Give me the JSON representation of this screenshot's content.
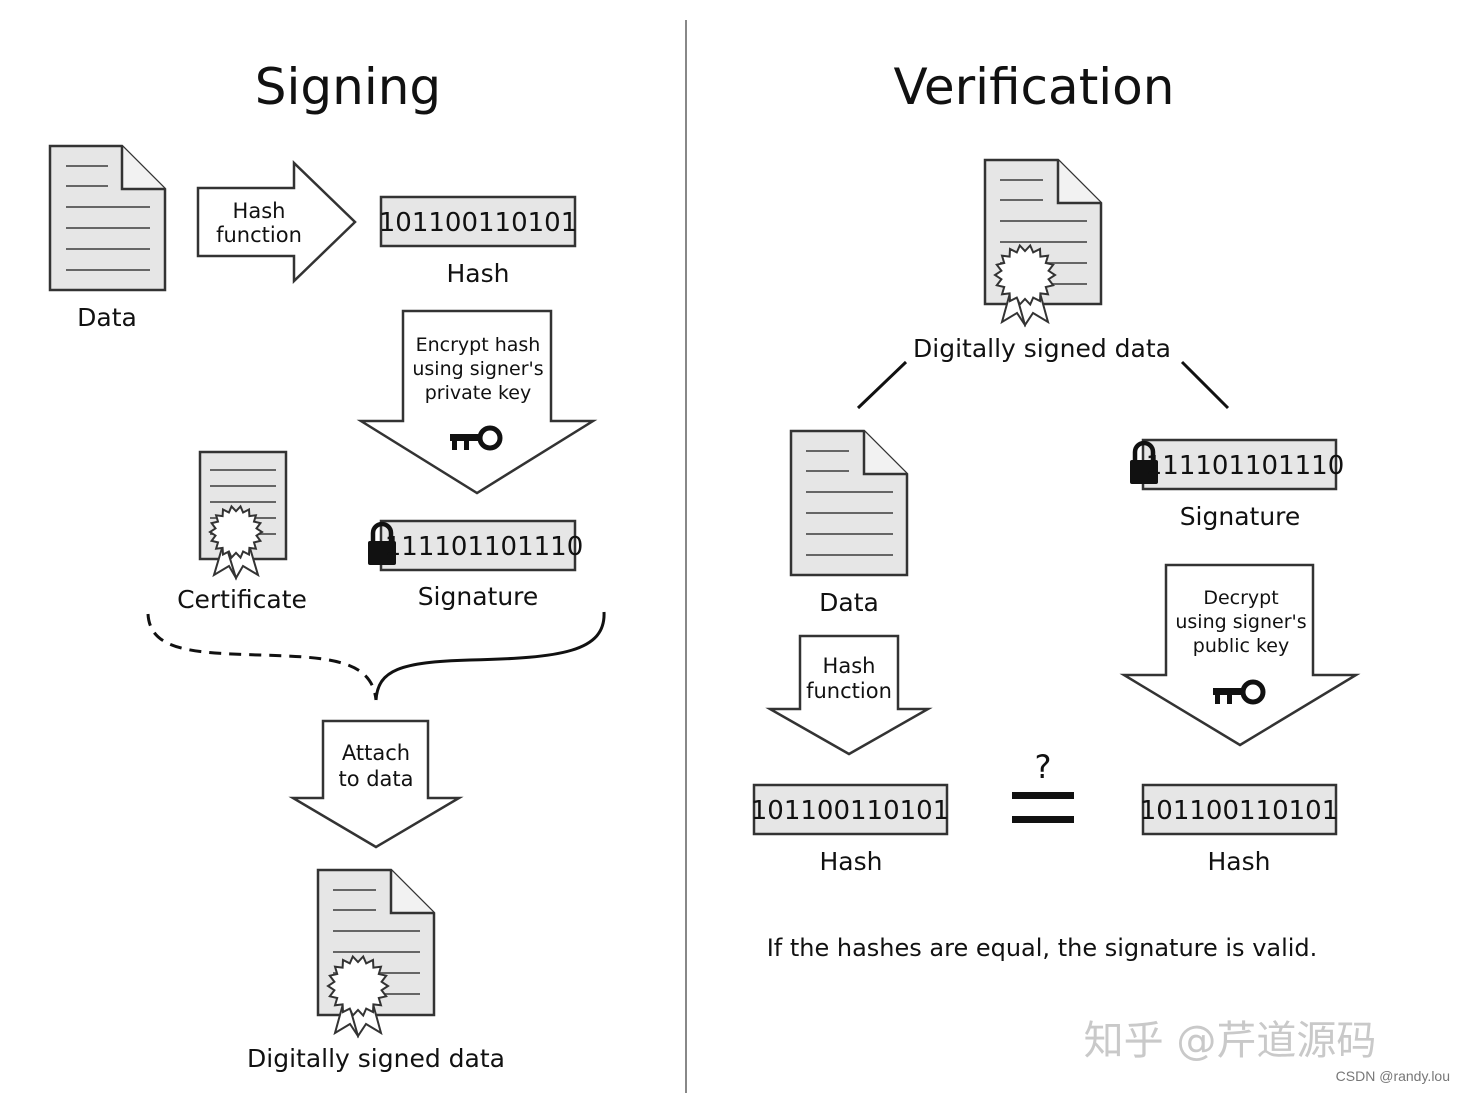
{
  "signing": {
    "title": "Signing",
    "data_label": "Data",
    "hash_arrow": [
      "Hash",
      "function"
    ],
    "hash_value": "101100110101",
    "hash_label": "Hash",
    "encrypt_arrow": [
      "Encrypt hash",
      "using signer's",
      "private key"
    ],
    "certificate_label": "Certificate",
    "signature_value": "111101101110",
    "signature_label": "Signature",
    "attach_arrow": [
      "Attach",
      "to data"
    ],
    "signed_label": "Digitally signed data"
  },
  "verification": {
    "title": "Verification",
    "signed_label": "Digitally signed data",
    "data_label": "Data",
    "signature_value": "111101101110",
    "signature_label": "Signature",
    "hash_arrow": [
      "Hash",
      "function"
    ],
    "decrypt_arrow": [
      "Decrypt",
      "using signer's",
      "public key"
    ],
    "question": "?",
    "hash_value_left": "101100110101",
    "hash_label_left": "Hash",
    "hash_value_right": "101100110101",
    "hash_label_right": "Hash",
    "note": "If the hashes are equal, the signature is valid."
  },
  "watermark": "知乎 @芹道源码",
  "credit": "CSDN @randy.lou",
  "icons": [
    "document-icon",
    "certificate-icon",
    "key-icon",
    "lock-icon",
    "seal-icon"
  ]
}
